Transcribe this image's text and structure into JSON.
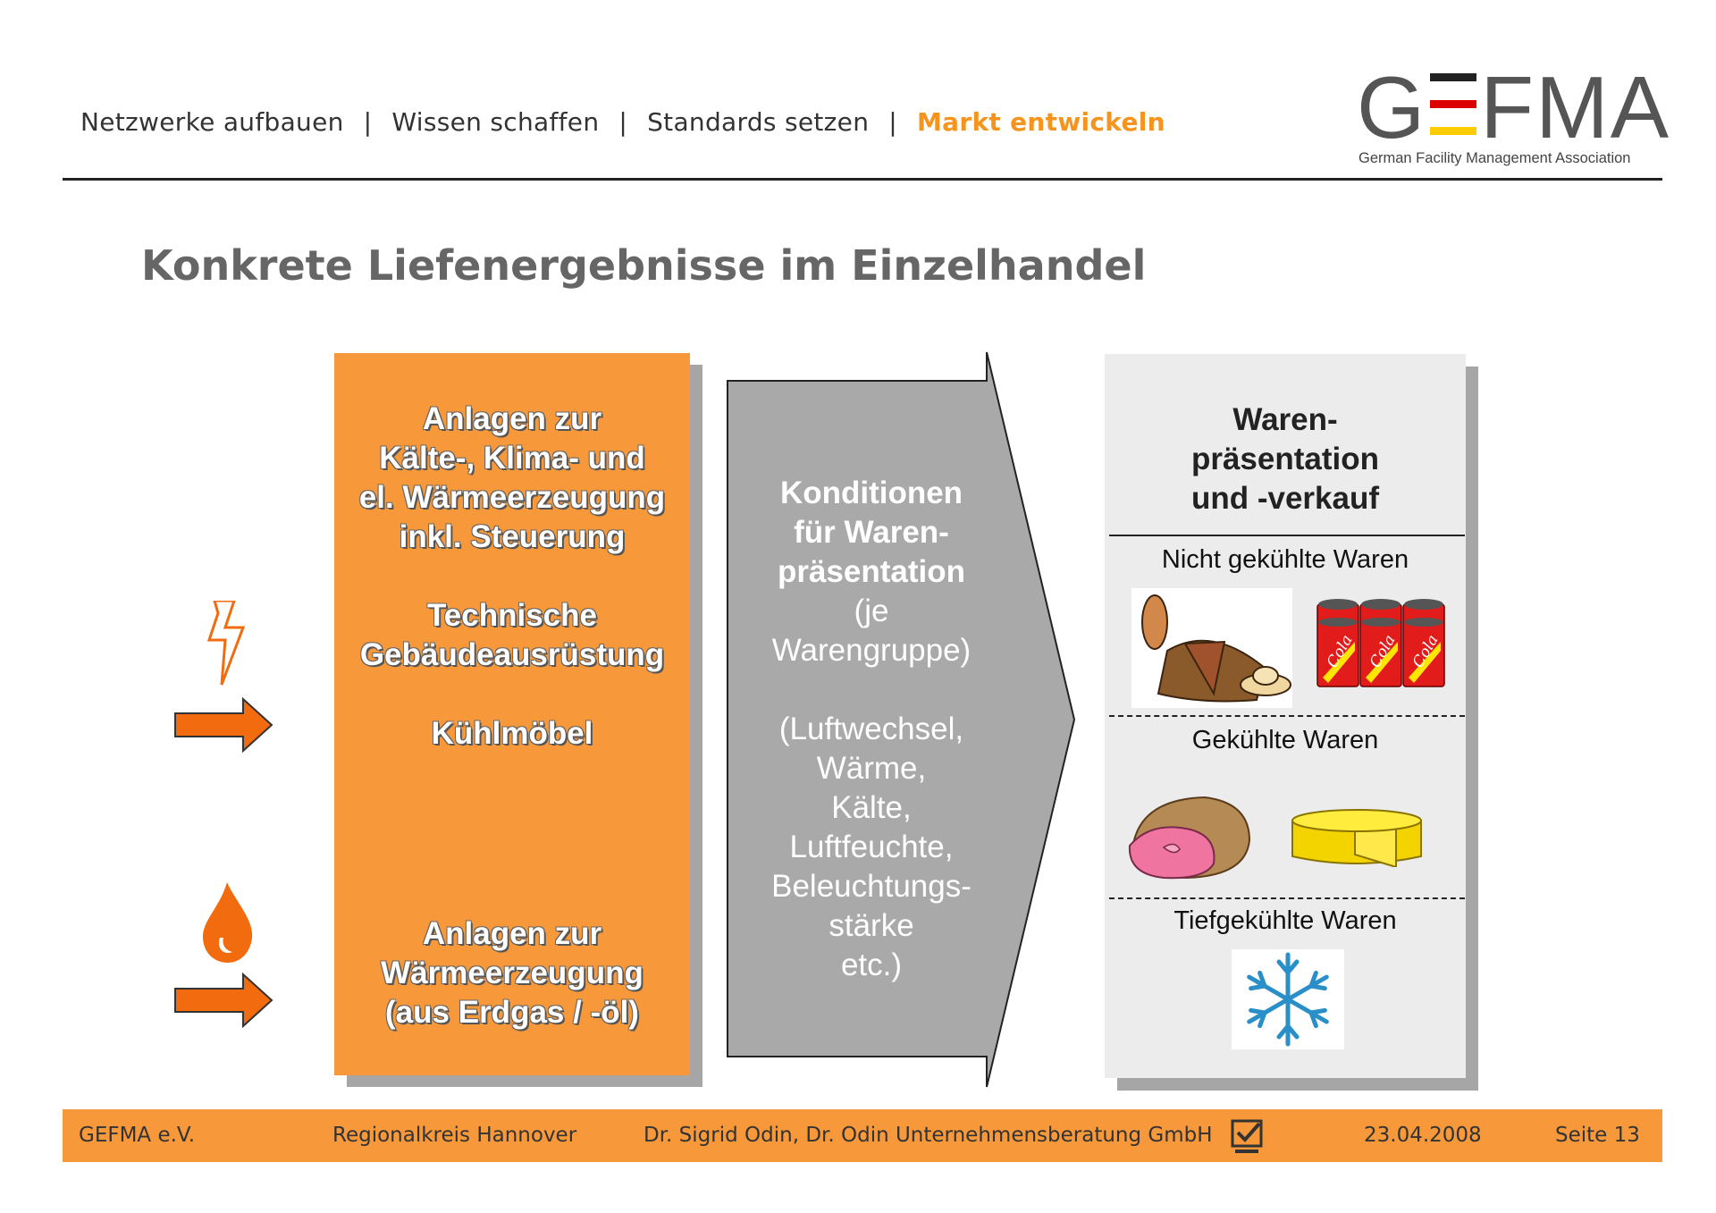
{
  "nav": {
    "items": [
      "Netzwerke aufbauen",
      "Wissen schaffen",
      "Standards setzen"
    ],
    "separator": "|",
    "active": "Markt entwickeln"
  },
  "logo": {
    "name_left": "G",
    "name_right": "FMA",
    "tagline": "German Facility Management Association",
    "colors": [
      "#222222",
      "#dd0000",
      "#ffcc00"
    ]
  },
  "title": "Konkrete Liefenergebnisse im Einzelhandel",
  "left_box": {
    "block1": [
      "Anlagen zur",
      "Kälte-, Klima- und",
      "el. Wärmeerzeugung",
      "inkl. Steuerung"
    ],
    "block2": [
      "Technische",
      "Gebäudeausrüstung"
    ],
    "block3": [
      "Kühlmöbel"
    ],
    "block4": [
      "Anlagen zur",
      "Wärmeerzeugung",
      "(aus Erdgas / -öl)"
    ]
  },
  "middle_arrow": {
    "bold_lines": [
      "Konditionen",
      "für Waren-",
      "präsentation"
    ],
    "lines": [
      "(je",
      "Warengruppe)",
      "",
      "(Luftwechsel,",
      "Wärme,",
      "Kälte,",
      "Luftfeuchte,",
      "Beleuchtungs-",
      "stärke",
      "etc.)"
    ]
  },
  "right_box": {
    "heading": [
      "Waren-",
      "präsentation",
      "und -verkauf"
    ],
    "sections": [
      "Nicht gekühlte Waren",
      "Gekühlte Waren",
      "Tiefgekühlte Waren"
    ],
    "can_label": "Cola"
  },
  "icons": {
    "electricity": "lightning-icon",
    "gas": "flame-icon",
    "arrow": "right-arrow-icon"
  },
  "footer": {
    "org": "GEFMA e.V.",
    "region": "Regionalkreis Hannover",
    "author": "Dr. Sigrid Odin, Dr. Odin Unternehmensberatung GmbH",
    "date": "23.04.2008",
    "page": "Seite 13"
  },
  "colors": {
    "orange": "#f7983a",
    "nav_active": "#f7941d",
    "arrow_gray": "#a9a9a9",
    "arrow_fill": "#f26b0f"
  }
}
